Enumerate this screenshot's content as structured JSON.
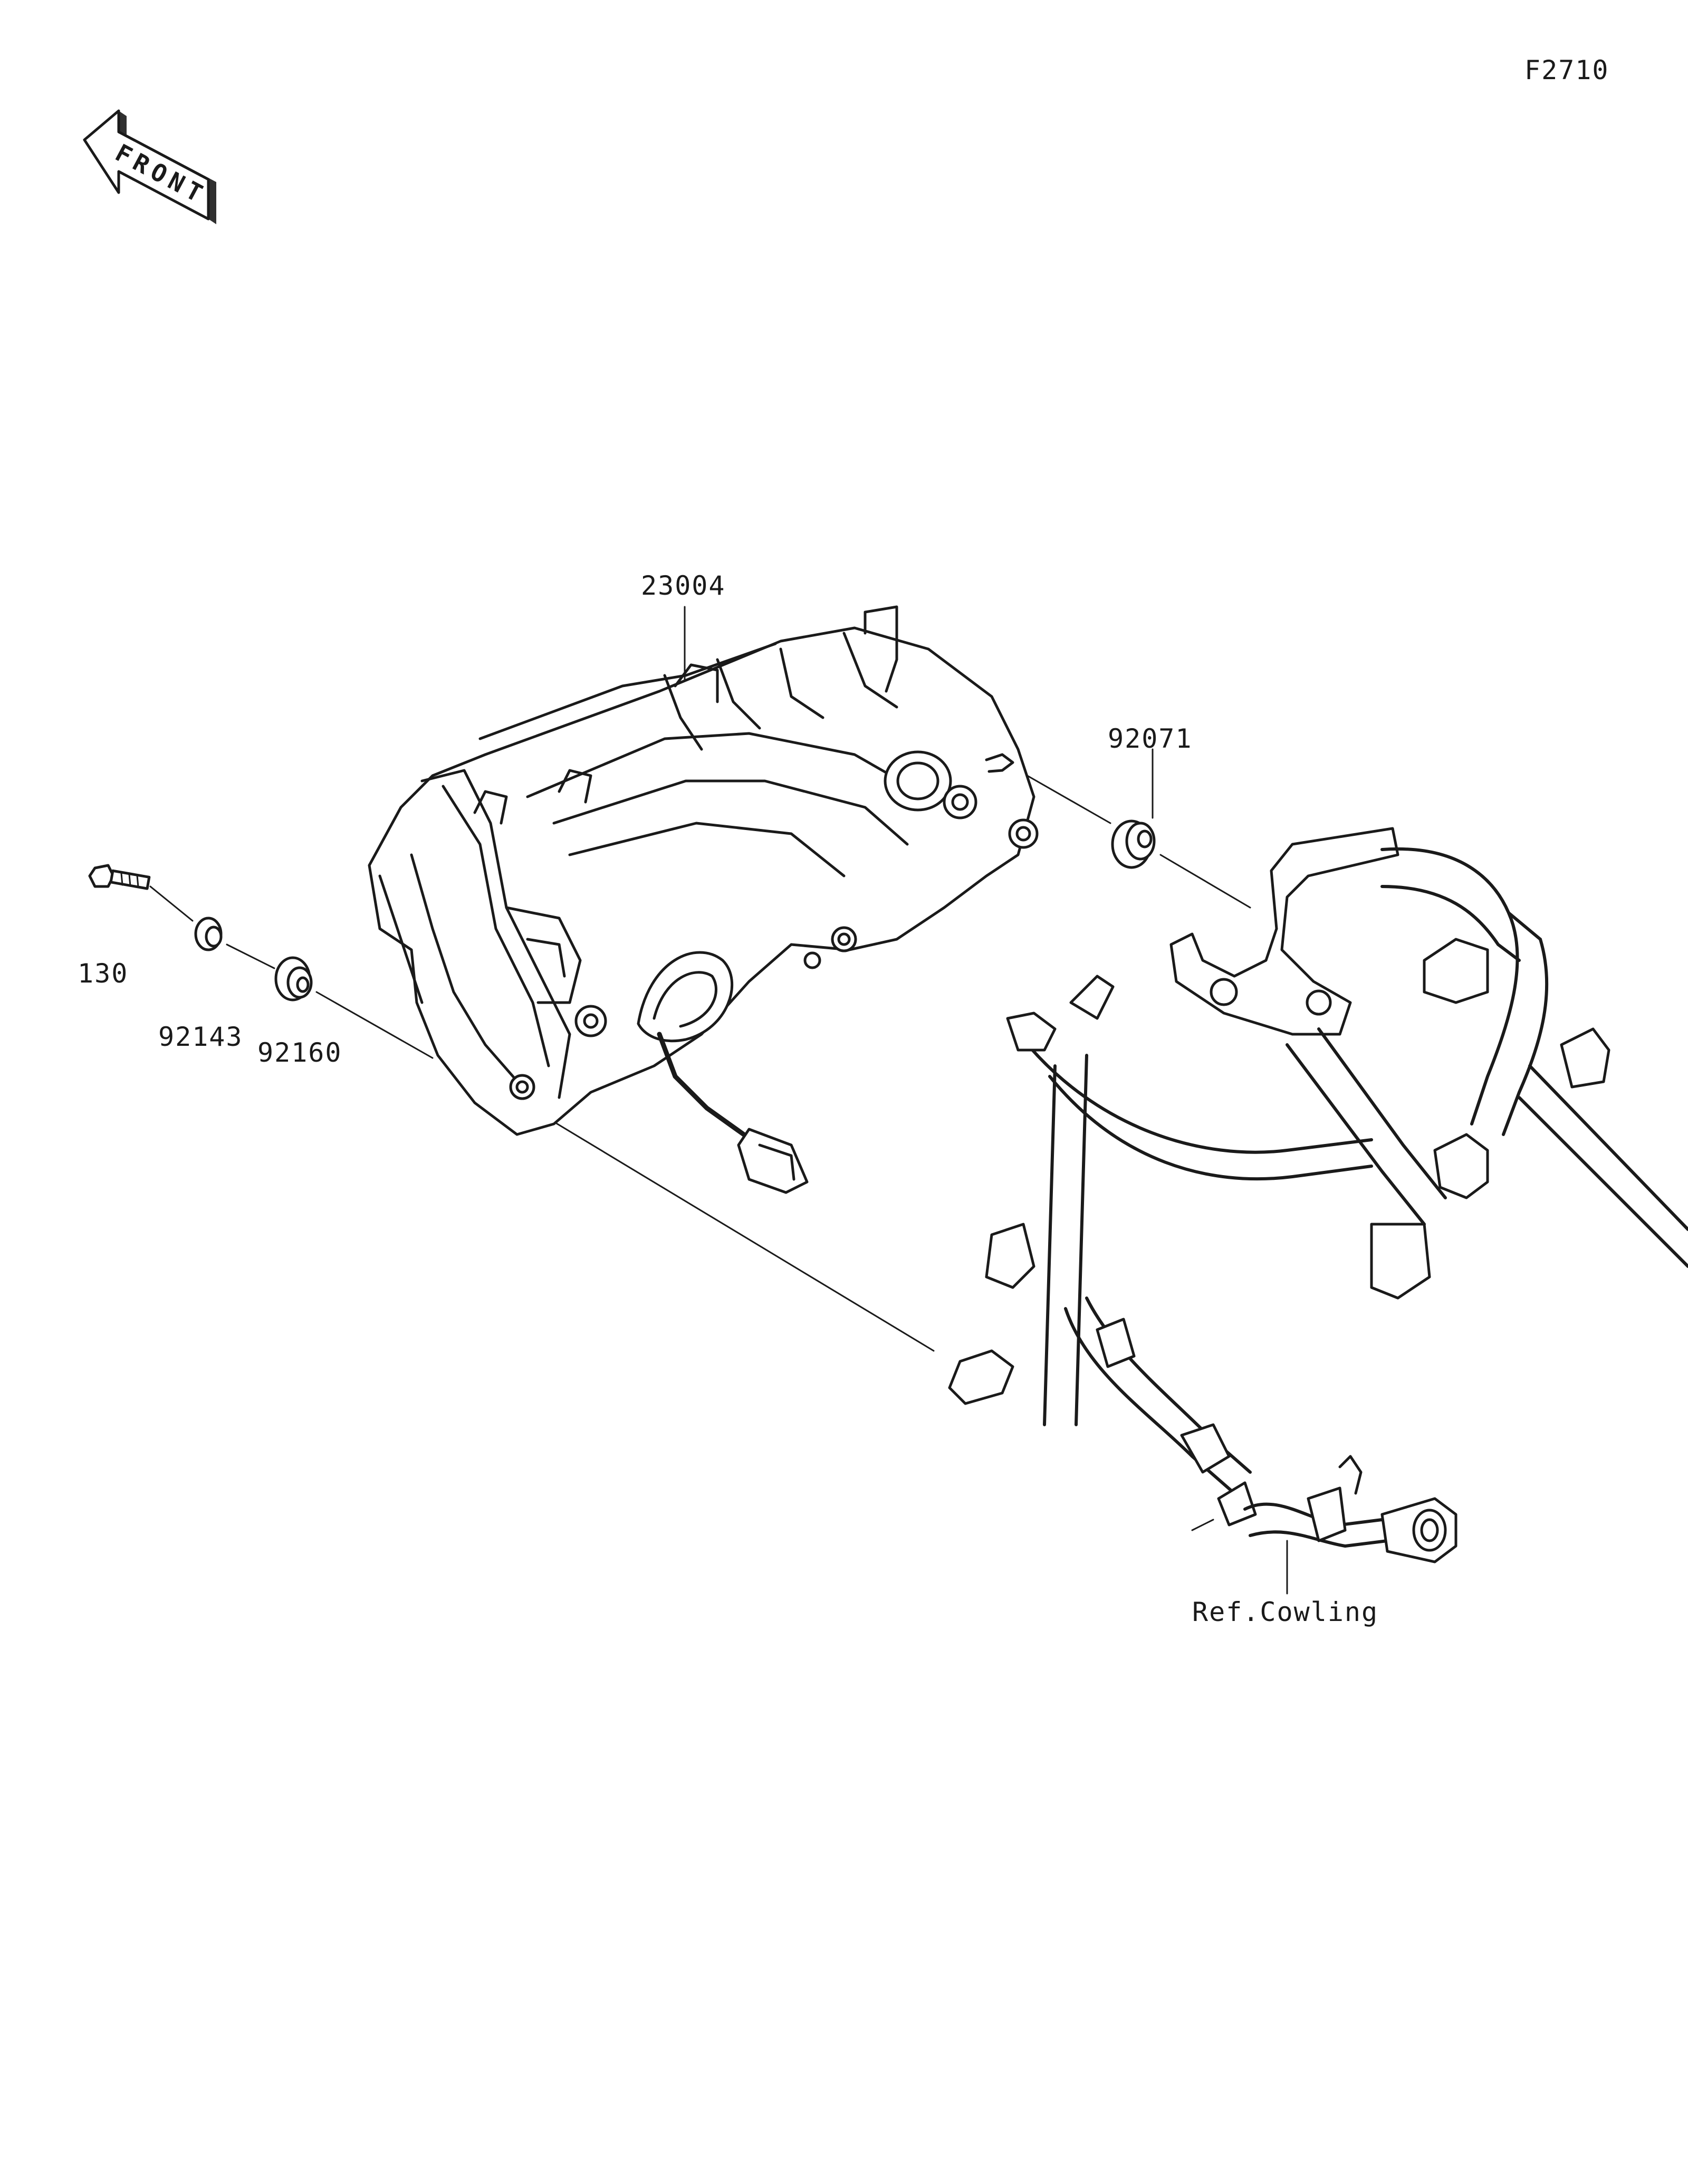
{
  "diagram_code": "F2710",
  "front_indicator": "FRONT",
  "callouts": {
    "headlight": "23004",
    "grommet_right": "92071",
    "bolt": "130",
    "collar": "92143",
    "grommet_left": "92160",
    "reference": "Ref.Cowling"
  },
  "colors": {
    "line": "#1a1a1a",
    "background": "#ffffff"
  }
}
